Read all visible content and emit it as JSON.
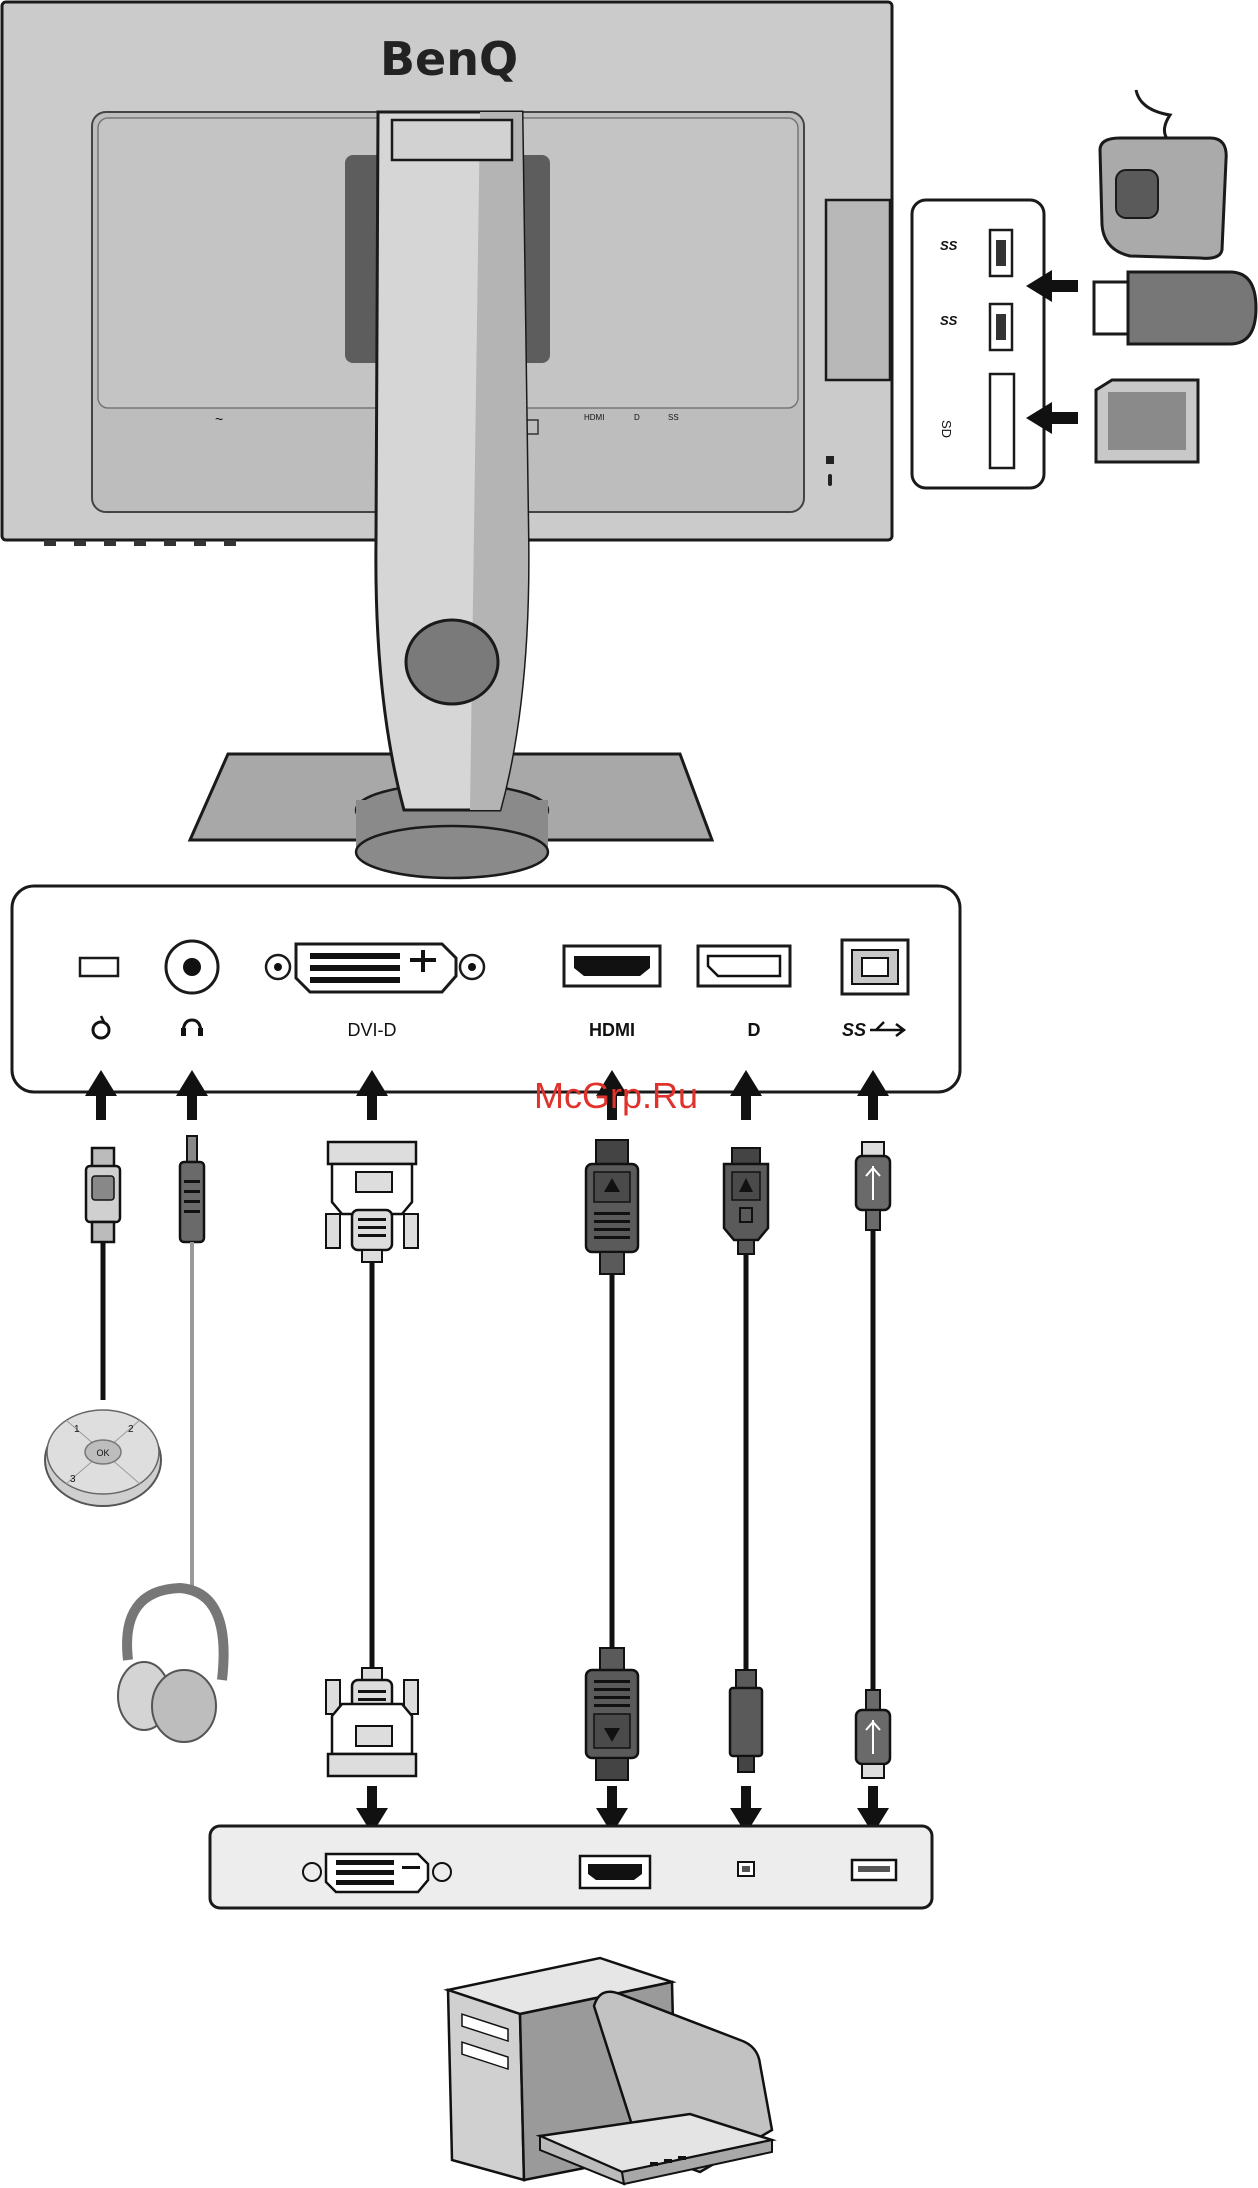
{
  "brand": {
    "logo_text": "BenQ"
  },
  "side_panel": {
    "usb_label_1": "SS",
    "usb_label_2": "SS",
    "sd_label": "SD"
  },
  "rear_panel": {
    "ports": [
      {
        "id": "controller",
        "label": "",
        "icon": "controller-power-icon"
      },
      {
        "id": "headphone",
        "label": "",
        "icon": "headphone-icon"
      },
      {
        "id": "dvi",
        "label": "DVI-D",
        "icon": "dvi-port-icon"
      },
      {
        "id": "hdmi",
        "label": "HDMI",
        "icon": "hdmi-port-icon"
      },
      {
        "id": "dp",
        "label": "D",
        "icon": "displayport-icon"
      },
      {
        "id": "usb",
        "label": "SS",
        "icon": "usb3-icon"
      }
    ]
  },
  "controller_remote": {
    "ok": "OK",
    "k1": "1",
    "k2": "2",
    "k3": "3"
  },
  "watermark": {
    "text": "McGrp.Ru"
  },
  "colors": {
    "body_gray": "#c8c8c8",
    "dark_gray": "#5a5a5a",
    "outline": "#1a1a1a",
    "watermark": "#e0322d"
  }
}
